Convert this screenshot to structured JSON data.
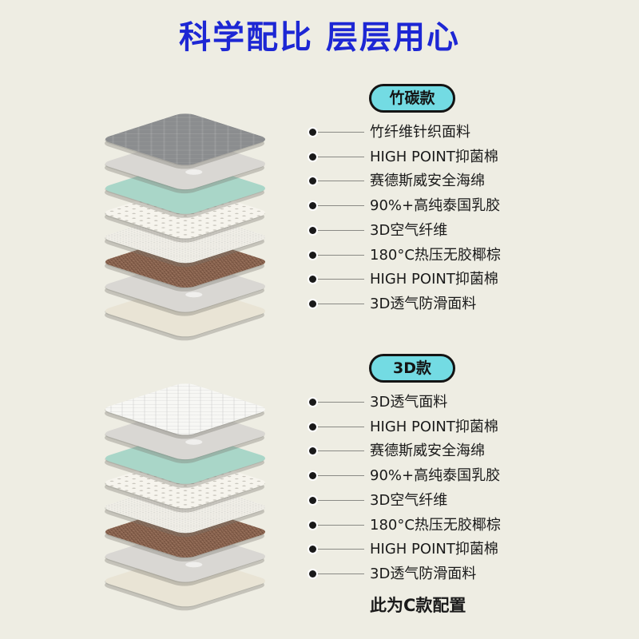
{
  "headline": "科学配比  层层用心",
  "sections": [
    {
      "badge": "竹碳款",
      "layers": [
        {
          "label": "竹纤维针织面料",
          "color": "#8b8d8f",
          "skin": "knit"
        },
        {
          "label": "HIGH POINT抑菌棉",
          "color": "#d9d7d3",
          "skin": "fiber"
        },
        {
          "label": "赛德斯威安全海绵",
          "color": "#a9d6c8",
          "skin": "foam"
        },
        {
          "label": "90%+高纯泰国乳胶",
          "color": "#f6f4ed",
          "skin": "latex"
        },
        {
          "label": "3D空气纤维",
          "color": "#f1efe8",
          "skin": "air"
        },
        {
          "label": "180°C热压无胶椰棕",
          "color": "#8a6450",
          "skin": "coir"
        },
        {
          "label": "HIGH POINT抑菌棉",
          "color": "#d9d7d3",
          "skin": "fiber"
        },
        {
          "label": "3D透气防滑面料",
          "color": "#e9e4d5",
          "skin": "base"
        }
      ]
    },
    {
      "badge": "3D款",
      "layers": [
        {
          "label": "3D透气面料",
          "color": "#f7f7f4",
          "skin": "quilt"
        },
        {
          "label": "HIGH POINT抑菌棉",
          "color": "#d9d7d3",
          "skin": "fiber"
        },
        {
          "label": "赛德斯威安全海绵",
          "color": "#a9d6c8",
          "skin": "foam"
        },
        {
          "label": "90%+高纯泰国乳胶",
          "color": "#f6f4ed",
          "skin": "latex"
        },
        {
          "label": "3D空气纤维",
          "color": "#f1efe8",
          "skin": "air"
        },
        {
          "label": "180°C热压无胶椰棕",
          "color": "#8a6450",
          "skin": "coir"
        },
        {
          "label": "HIGH POINT抑菌棉",
          "color": "#d9d7d3",
          "skin": "fiber"
        },
        {
          "label": "3D透气防滑面料",
          "color": "#e9e4d5",
          "skin": "base"
        }
      ]
    }
  ],
  "footnote": "此为C款配置",
  "colors": {
    "headline": "#1d27d4",
    "badge": "#73dbe3",
    "background": "#eeede3"
  }
}
